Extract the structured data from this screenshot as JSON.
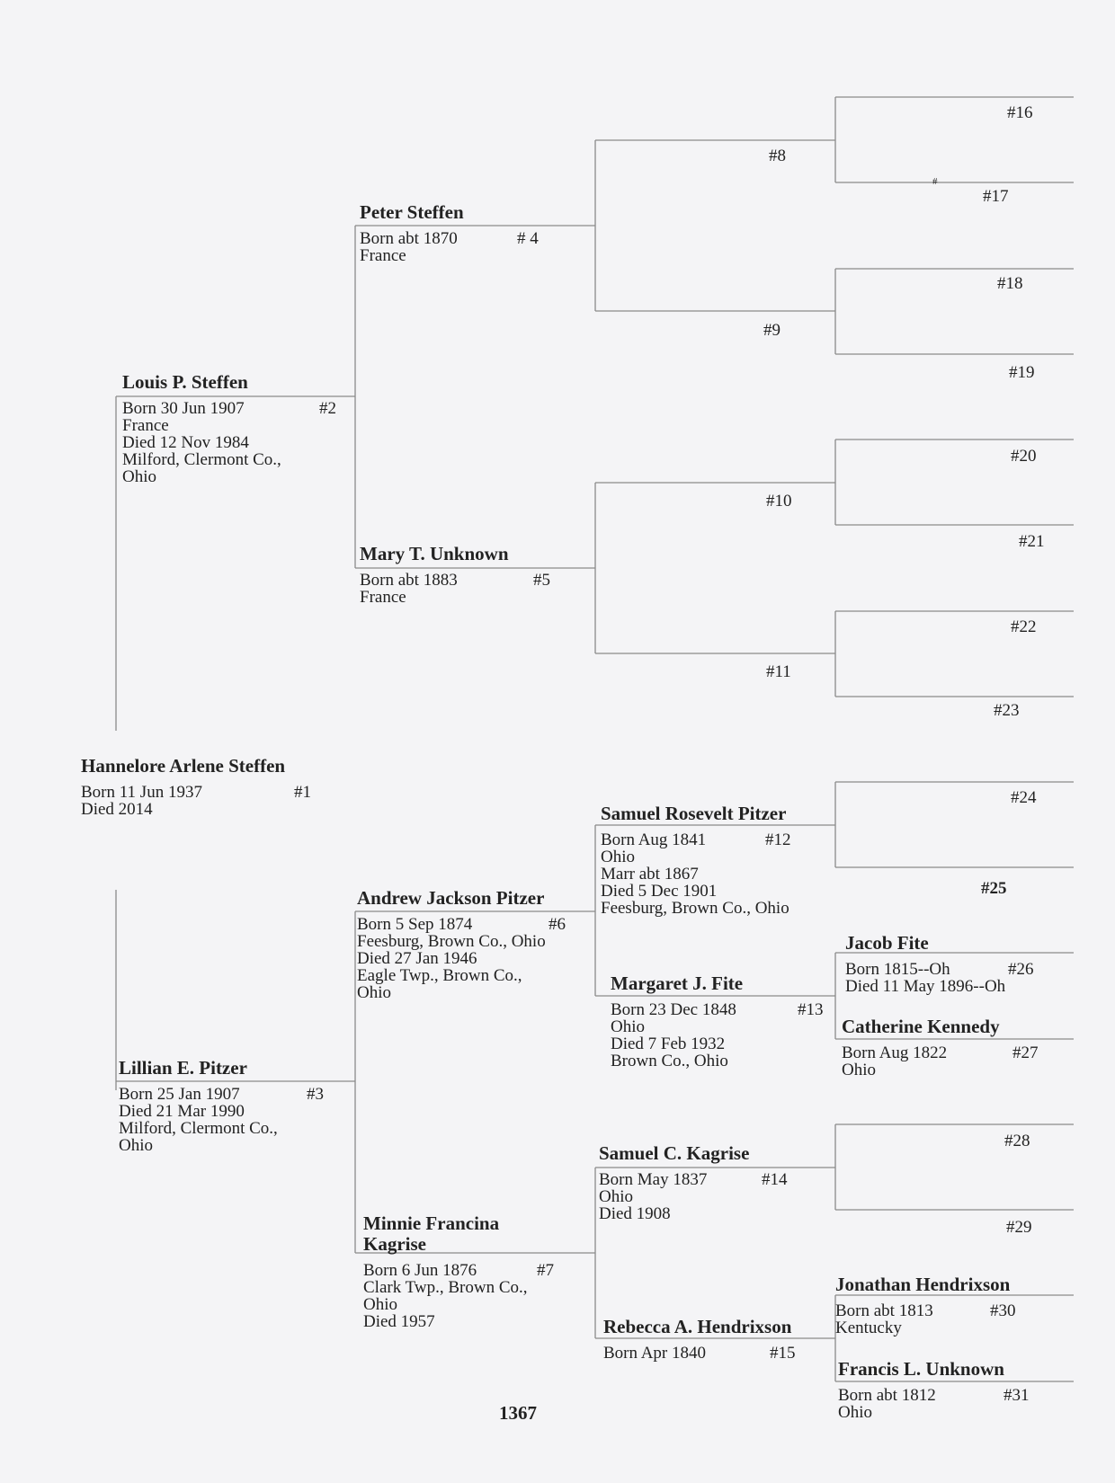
{
  "people": {
    "p1": {
      "name": "Hannelore Arlene Steffen",
      "num": "#1",
      "lines": [
        "Born  11 Jun 1937",
        "Died  2014"
      ]
    },
    "p2": {
      "name": "Louis P. Steffen",
      "num": "#2",
      "lines": [
        "Born  30 Jun 1907",
        "France",
        "Died  12 Nov 1984",
        "Milford, Clermont Co.,",
        "Ohio"
      ]
    },
    "p3": {
      "name": "Lillian E. Pitzer",
      "num": "#3",
      "lines": [
        "Born  25 Jan 1907",
        "Died  21 Mar 1990",
        "Milford, Clermont Co.,",
        "Ohio"
      ]
    },
    "p4": {
      "name": "Peter Steffen",
      "num": "# 4",
      "lines": [
        "Born  abt 1870",
        "France"
      ]
    },
    "p5": {
      "name": "Mary T. Unknown",
      "num": "#5",
      "lines": [
        "Born  abt 1883",
        "France"
      ]
    },
    "p6": {
      "name": "Andrew Jackson Pitzer",
      "num": "#6",
      "lines": [
        "Born  5 Sep 1874",
        "Feesburg, Brown Co., Ohio",
        "Died  27 Jan 1946",
        "Eagle Twp., Brown Co.,",
        "Ohio"
      ]
    },
    "p7": {
      "name_lines": [
        "Minnie Francina",
        "Kagrise"
      ],
      "num": "#7",
      "lines": [
        "Born  6 Jun 1876",
        "Clark Twp., Brown Co.,",
        "Ohio",
        "Died  1957"
      ]
    },
    "p12": {
      "name": "Samuel Rosevelt Pitzer",
      "num": "#12",
      "lines": [
        "Born  Aug 1841",
        "Ohio",
        "Marr  abt 1867",
        "Died  5 Dec 1901",
        "Feesburg, Brown Co., Ohio"
      ]
    },
    "p13": {
      "name": "Margaret J. Fite",
      "num": "#13",
      "lines": [
        "Born  23 Dec 1848",
        "Ohio",
        "Died  7 Feb 1932",
        "Brown Co., Ohio"
      ]
    },
    "p14": {
      "name": "Samuel C. Kagrise",
      "num": "#14",
      "lines": [
        "Born  May 1837",
        "Ohio",
        "Died  1908"
      ]
    },
    "p15": {
      "name": "Rebecca A. Hendrixson",
      "num": "#15",
      "lines": [
        "Born  Apr 1840"
      ]
    },
    "p26": {
      "name": "Jacob Fite",
      "num": "#26",
      "lines": [
        "Born 1815--Oh",
        "Died  11 May 1896--Oh"
      ]
    },
    "p27": {
      "name": "Catherine Kennedy",
      "num": "#27",
      "lines": [
        "Born  Aug 1822",
        "Ohio"
      ]
    },
    "p30": {
      "name": "Jonathan Hendrixson",
      "num": "#30",
      "lines": [
        "Born  abt 1813",
        "Kentucky"
      ]
    },
    "p31": {
      "name": "Francis L. Unknown",
      "num": "#31",
      "lines": [
        "Born  abt 1812",
        "Ohio"
      ]
    }
  },
  "empty_slots": [
    "#8",
    "#9",
    "#10",
    "#11",
    "#16",
    "#17",
    "#18",
    "#19",
    "#20",
    "#21",
    "#22",
    "#23",
    "#24",
    "#25",
    "#28",
    "#29"
  ],
  "stray_mark": "#",
  "page_number": "1367"
}
